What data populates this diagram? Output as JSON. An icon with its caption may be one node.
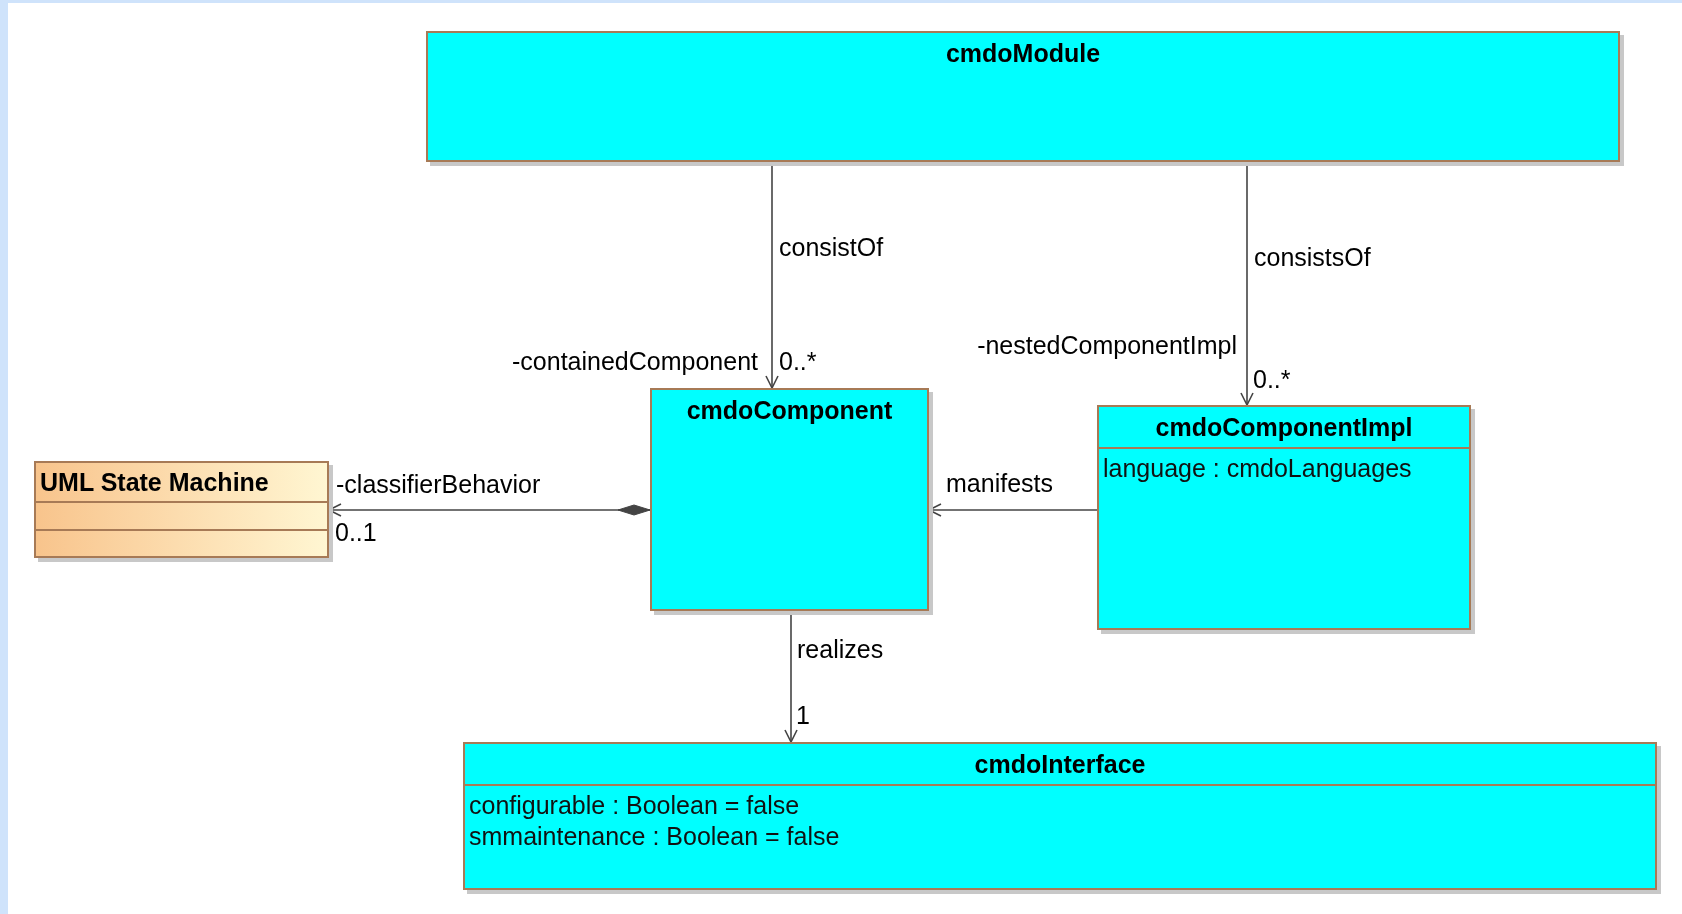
{
  "diagram": {
    "nodes": [
      {
        "text": [
          "cmdoModule"
        ]
      },
      {
        "text": [
          "cmdoComponent"
        ]
      },
      {
        "text": [
          "cmdoComponentImpl",
          "language : cmdoLanguages"
        ]
      },
      {
        "text": [
          "UML State Machine"
        ]
      },
      {
        "text": [
          "cmdoInterface",
          "configurable : Boolean = false",
          "smmaintenance : Boolean = false"
        ]
      }
    ],
    "edges": [
      {
        "from": 0,
        "to": 1,
        "arrow": "to",
        "label": "consistOf"
      },
      {
        "from": 0,
        "to": 2,
        "arrow": "to",
        "label": "consistsOf"
      },
      {
        "from": 1,
        "to": 3,
        "arrow": "to"
      },
      {
        "from": 2,
        "to": 1,
        "arrow": "to",
        "label": "manifests"
      },
      {
        "from": 1,
        "to": 4,
        "arrow": "to",
        "label": "realizes"
      }
    ],
    "labels": [
      "-containedComponent",
      "0..*",
      "-nestedComponentImpl",
      "0..*",
      "-classifierBehavior",
      "0..1",
      "1"
    ]
  }
}
